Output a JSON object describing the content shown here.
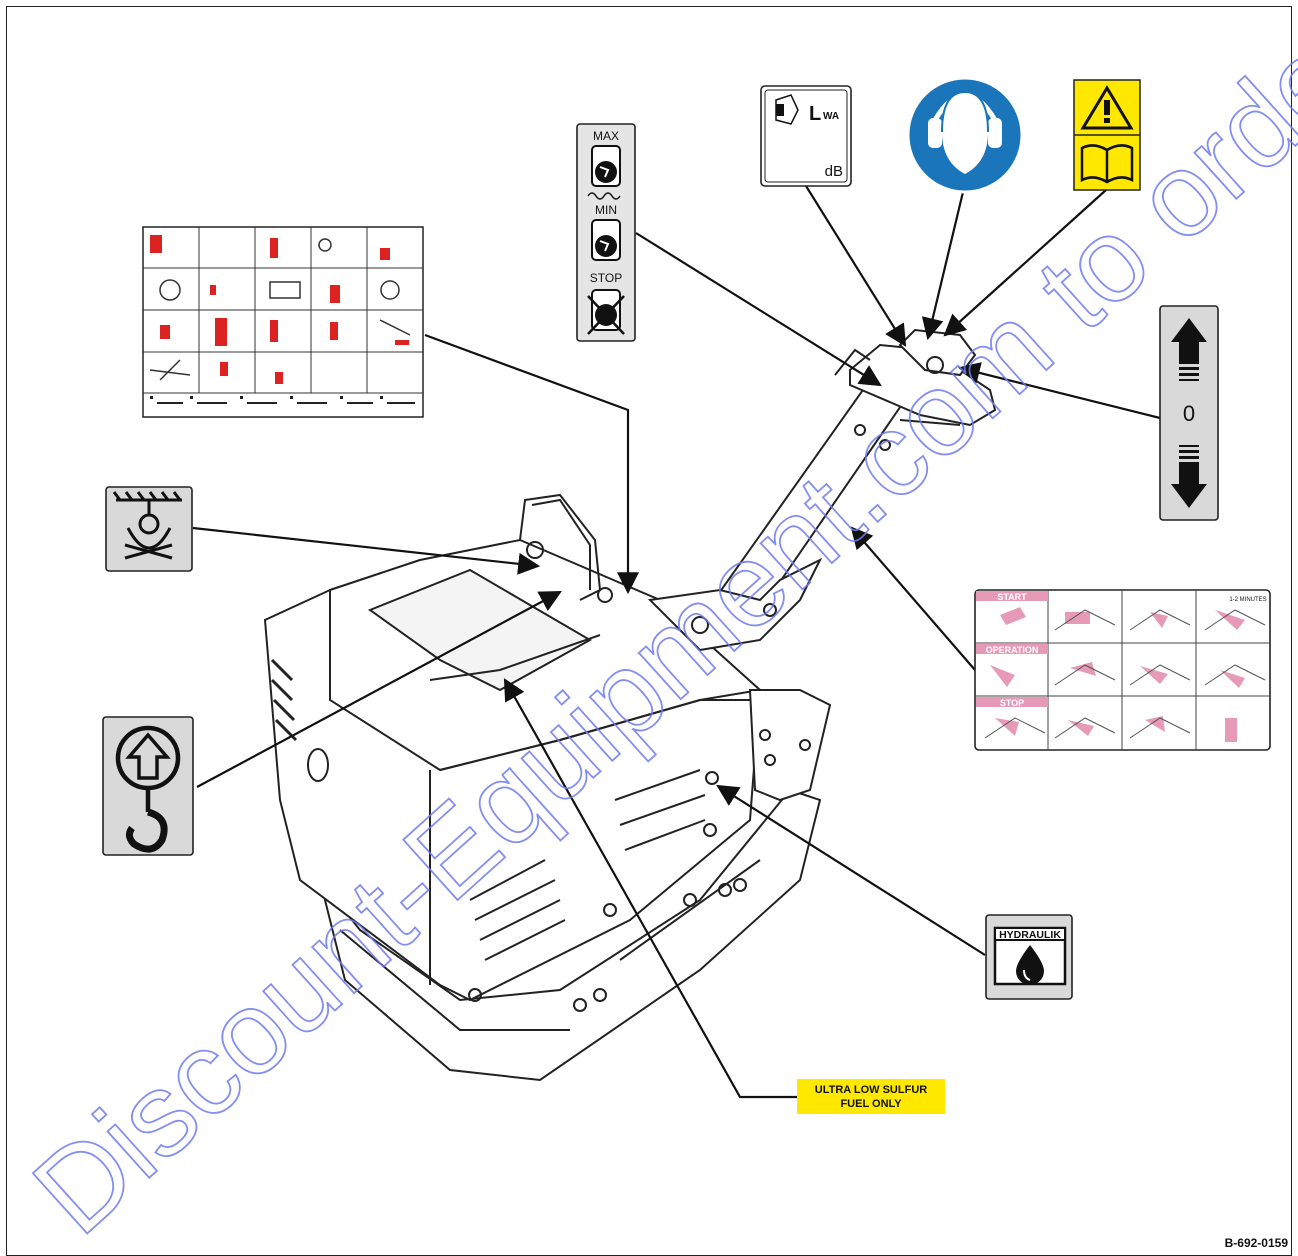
{
  "throttle_decal": {
    "max": "MAX",
    "min": "MIN",
    "stop": "STOP"
  },
  "noise_decal": {
    "symbol": "L",
    "subscript": "WA",
    "unit": "dB"
  },
  "direction_decal": {
    "value": "0"
  },
  "hydraulic_decal": {
    "label": "HYDRAULIK"
  },
  "fuel_decal": {
    "line1": "ULTRA LOW SULFUR",
    "line2": "FUEL ONLY"
  },
  "instruction_decal": {
    "start": "START",
    "operation": "OPERATION",
    "stop": "STOP",
    "minutes": "1-2 MINUTES"
  },
  "document_id": "B-692-0159",
  "watermark": "Discount-Equipment.com to order your",
  "colors": {
    "warning_yellow": "#ffe800",
    "mandatory_blue": "#1b75bb",
    "decal_grey": "#d9d9d9",
    "instruction_pink": "#e79ab8",
    "watermark_blue": "#6e7bf0"
  }
}
